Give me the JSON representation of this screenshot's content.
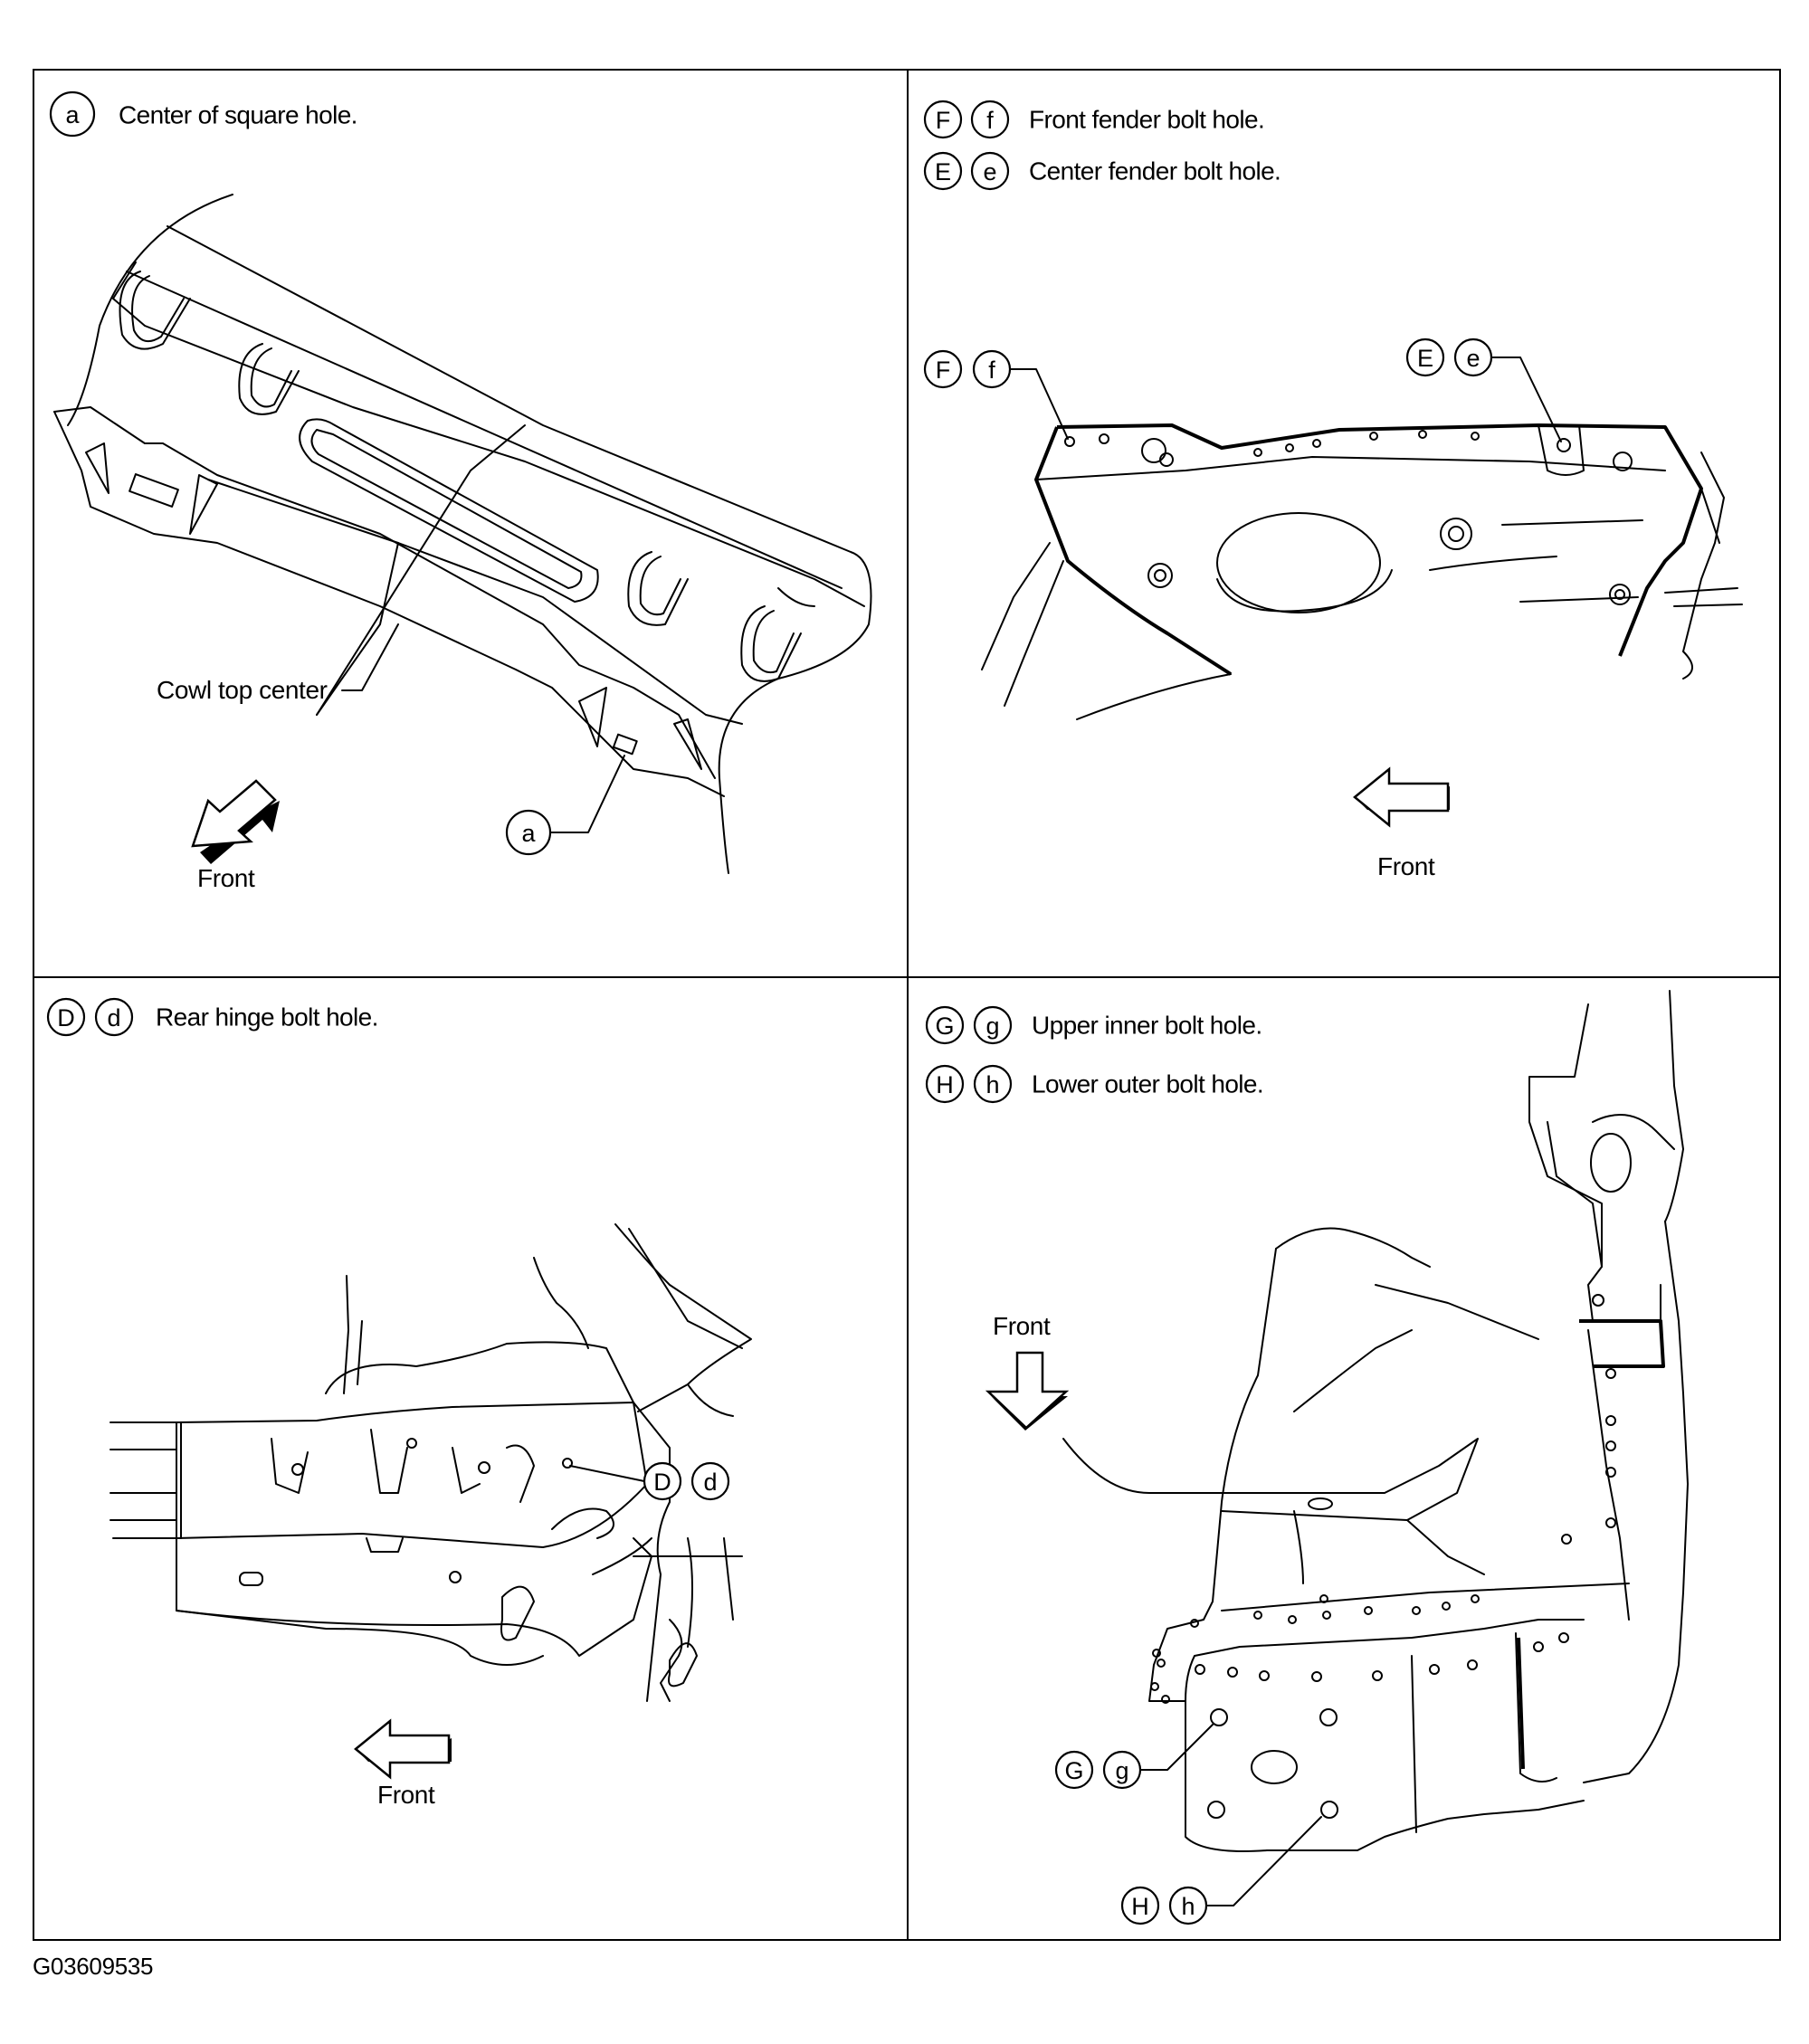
{
  "figure_id": "G03609535",
  "panels": {
    "top_left": {
      "legend": [
        {
          "callouts": [
            "a"
          ],
          "text": "Center of square hole."
        }
      ],
      "part_label": "Cowl top center",
      "pointer_callout": "a",
      "arrow_label": "Front"
    },
    "top_right": {
      "legend": [
        {
          "callouts": [
            "F",
            "f"
          ],
          "text": "Front fender bolt hole."
        },
        {
          "callouts": [
            "E",
            "e"
          ],
          "text": "Center fender bolt hole."
        }
      ],
      "pointer_callouts": [
        [
          "F",
          "f"
        ],
        [
          "E",
          "e"
        ]
      ],
      "arrow_label": "Front"
    },
    "bottom_left": {
      "legend": [
        {
          "callouts": [
            "D",
            "d"
          ],
          "text": "Rear hinge bolt hole."
        }
      ],
      "pointer_callouts": [
        [
          "D",
          "d"
        ]
      ],
      "arrow_label": "Front"
    },
    "bottom_right": {
      "legend": [
        {
          "callouts": [
            "G",
            "g"
          ],
          "text": "Upper inner bolt hole."
        },
        {
          "callouts": [
            "H",
            "h"
          ],
          "text": "Lower outer bolt hole."
        }
      ],
      "pointer_callouts": [
        [
          "G",
          "g"
        ],
        [
          "H",
          "h"
        ]
      ],
      "arrow_label": "Front"
    }
  }
}
